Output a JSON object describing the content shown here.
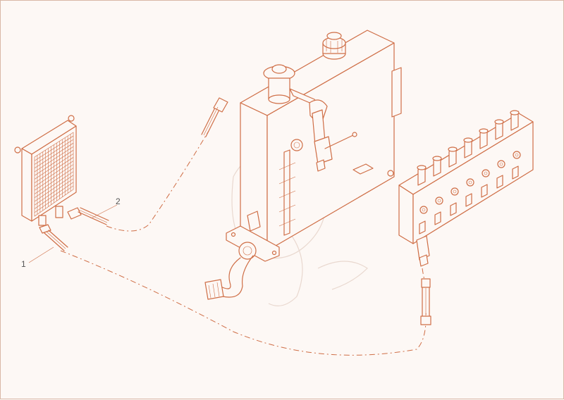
{
  "callouts": [
    {
      "id": "1",
      "text": "1"
    },
    {
      "id": "2",
      "text": "2"
    }
  ],
  "colors": {
    "line": "#cf6e46",
    "background": "#fdf8f5",
    "border": "#d9b8a6",
    "label": "#555555"
  }
}
